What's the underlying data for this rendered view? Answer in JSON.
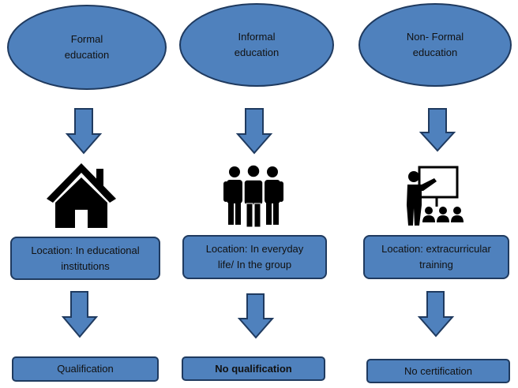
{
  "columns": [
    {
      "category": "Formal\neducation",
      "icon": "house-icon",
      "location": "Location: In educational\ninstitutions",
      "outcome": "Qualification",
      "outcome_bold": false
    },
    {
      "category": "Informal\neducation",
      "icon": "group-of-people-icon",
      "location": "Location: In everyday\nlife/ In the group",
      "outcome": "No qualification",
      "outcome_bold": true
    },
    {
      "category": "Non- Formal\neducation",
      "icon": "teacher-at-board-icon",
      "location": "Location: extracurricular\ntraining",
      "outcome": "No certification",
      "outcome_bold": false
    }
  ],
  "colors": {
    "fill": "#4F81BD",
    "stroke": "#1F3A5F",
    "icon": "#000000",
    "text": "#111111"
  }
}
